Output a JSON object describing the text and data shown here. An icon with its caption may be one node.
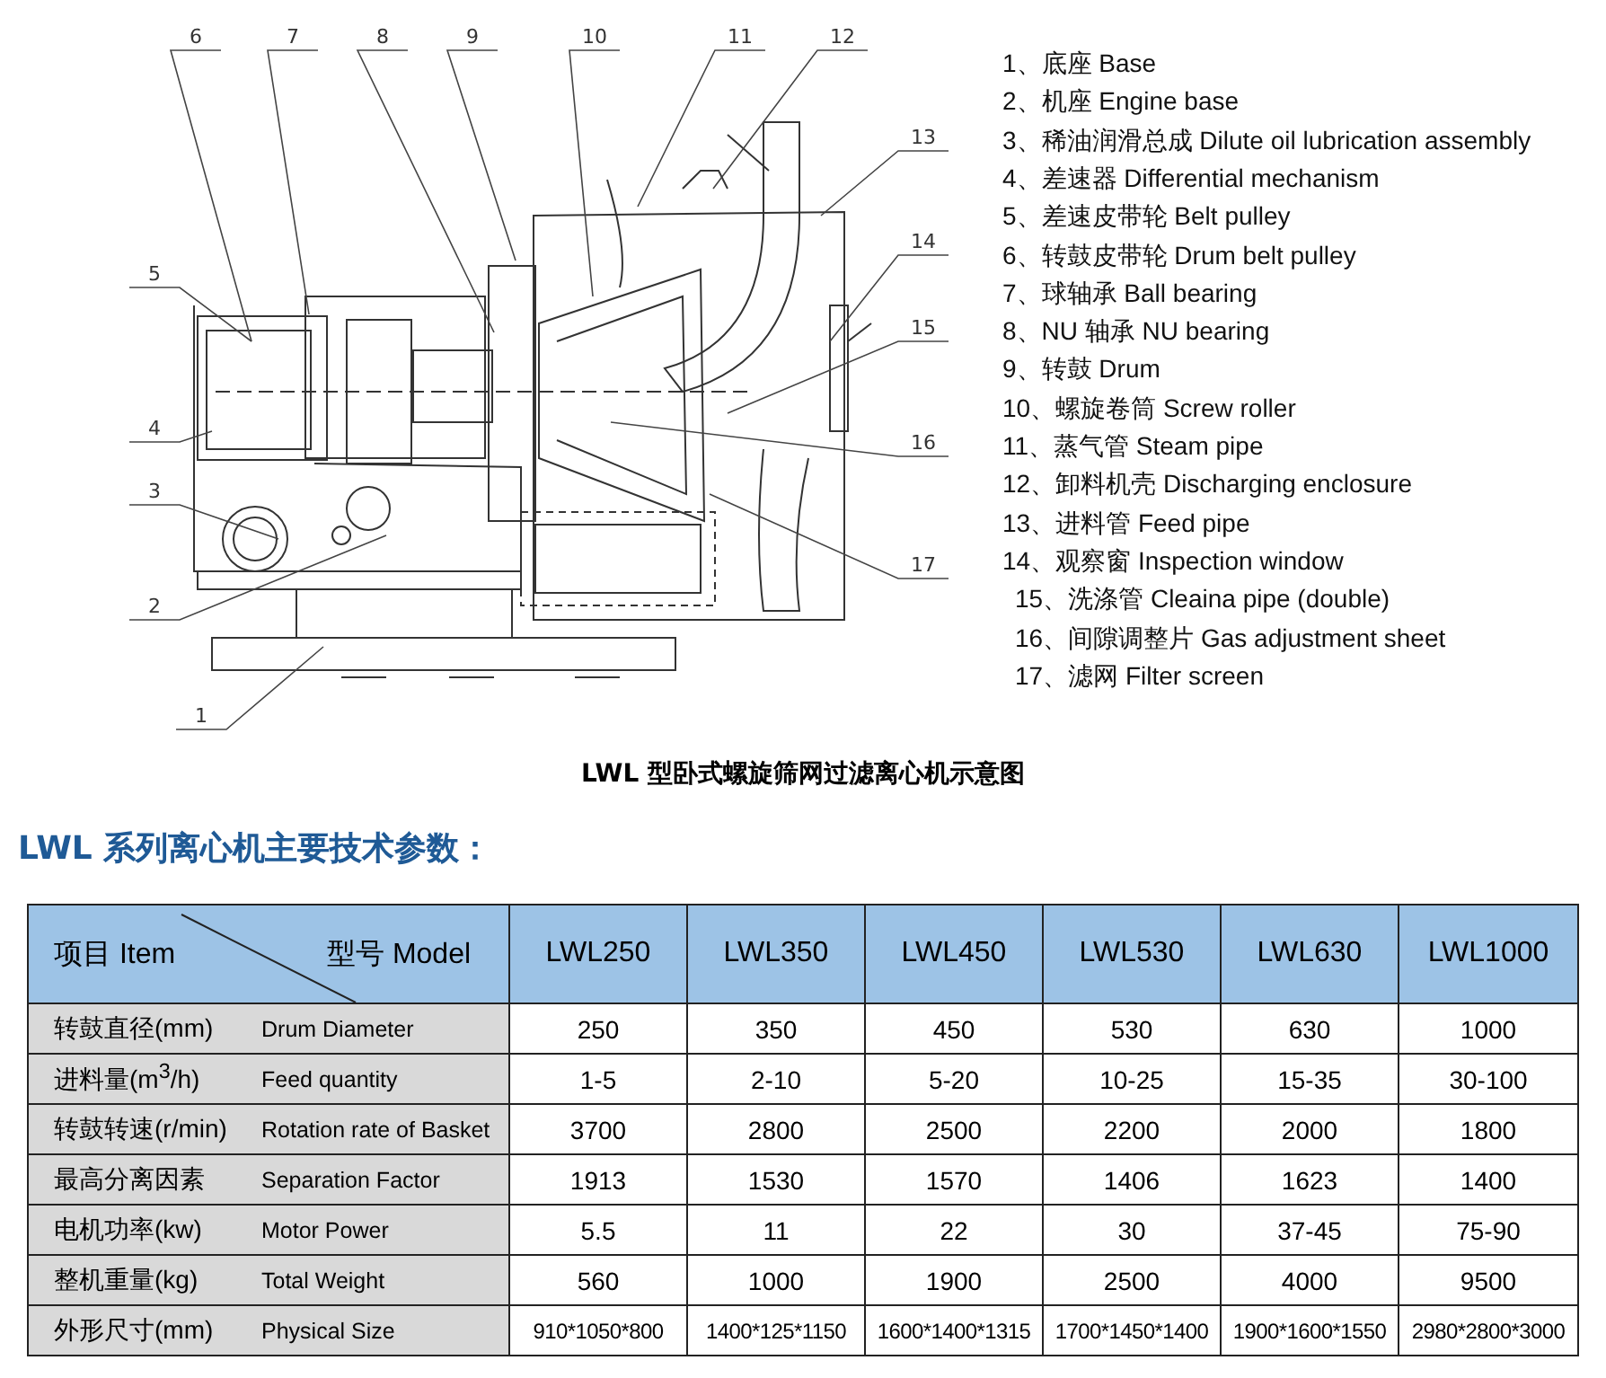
{
  "diagram": {
    "title": "LWL 系列离心机主要技术参数：",
    "caption": "LWL 型卧式螺旋筛网过滤离心机示意图",
    "nodes": [
      {
        "text": [
          "1"
        ]
      },
      {
        "text": [
          "2"
        ]
      },
      {
        "text": [
          "3"
        ]
      },
      {
        "text": [
          "4"
        ]
      },
      {
        "text": [
          "5"
        ]
      },
      {
        "text": [
          "6"
        ]
      },
      {
        "text": [
          "7"
        ]
      },
      {
        "text": [
          "8"
        ]
      },
      {
        "text": [
          "9"
        ]
      },
      {
        "text": [
          "10"
        ]
      },
      {
        "text": [
          "11"
        ]
      },
      {
        "text": [
          "12"
        ]
      },
      {
        "text": [
          "13"
        ]
      },
      {
        "text": [
          "14"
        ]
      },
      {
        "text": [
          "15"
        ]
      },
      {
        "text": [
          "16"
        ]
      },
      {
        "text": [
          "17"
        ]
      }
    ],
    "edges": [
      {
        "from": 0,
        "to": null,
        "arrow": "none"
      },
      {
        "from": 1,
        "to": null,
        "arrow": "none"
      },
      {
        "from": 2,
        "to": null,
        "arrow": "none"
      },
      {
        "from": 3,
        "to": null,
        "arrow": "none"
      },
      {
        "from": 4,
        "to": null,
        "arrow": "none"
      },
      {
        "from": 5,
        "to": null,
        "arrow": "none"
      },
      {
        "from": 6,
        "to": null,
        "arrow": "none"
      },
      {
        "from": 7,
        "to": null,
        "arrow": "none"
      },
      {
        "from": 8,
        "to": null,
        "arrow": "none"
      },
      {
        "from": 9,
        "to": null,
        "arrow": "none"
      },
      {
        "from": 10,
        "to": null,
        "arrow": "none"
      },
      {
        "from": 11,
        "to": null,
        "arrow": "none"
      },
      {
        "from": 12,
        "to": null,
        "arrow": "none"
      },
      {
        "from": 13,
        "to": null,
        "arrow": "none"
      },
      {
        "from": 14,
        "to": null,
        "arrow": "none"
      },
      {
        "from": 15,
        "to": null,
        "arrow": "none"
      },
      {
        "from": 16,
        "to": null,
        "arrow": "none"
      }
    ],
    "labels": [
      "1、底座 Base",
      "2、机座 Engine base",
      "3、稀油润滑总成 Dilute oil lubrication assembly",
      "4、差速器 Differential mechanism",
      "5、差速皮带轮 Belt pulley",
      "6、转鼓皮带轮 Drum belt pulley",
      "7、球轴承 Ball bearing",
      "8、NU 轴承 NU bearing",
      "9、转鼓 Drum",
      "10、螺旋卷筒 Screw roller",
      "11、蒸气管 Steam pipe",
      "12、卸料机壳 Discharging enclosure",
      "13、进料管 Feed pipe",
      "14、观察窗 Inspection window",
      "15、洗涤管 Cleaina pipe (double)",
      "16、间隙调整片 Gas adjustment sheet",
      "17、滤网 Filter screen",
      "项目 Item",
      "型号 Model",
      "LWL250",
      "LWL350",
      "LWL450",
      "LWL530",
      "LWL630",
      "LWL1000",
      "转鼓直径(mm)",
      "Drum Diameter",
      "250",
      "350",
      "450",
      "530",
      "630",
      "1000",
      "进料量(m$^{3}$/h)",
      "Feed quantity",
      "1-5",
      "2-10",
      "5-20",
      "10-25",
      "15-35",
      "30-100",
      "转鼓转速(r/min)",
      "Rotation rate of Basket",
      "3700",
      "2800",
      "2500",
      "2200",
      "2000",
      "1800",
      "最高分离因素",
      "Separation Factor",
      "1913",
      "1530",
      "1570",
      "1406",
      "1623",
      "1400",
      "电机功率(kw)",
      "Motor Power",
      "5.5",
      "11",
      "22",
      "30",
      "37-45",
      "75-90",
      "整机重量(kg)",
      "Total Weight",
      "560",
      "1000",
      "1900",
      "2500",
      "4000",
      "9500",
      "外形尺寸(mm)",
      "Physical Size",
      "910*1050*800",
      "1400*125*1150",
      "1600*1400*1315",
      "1700*1450*1400",
      "1900*1600*1550",
      "2980*2800*3000"
    ]
  }
}
